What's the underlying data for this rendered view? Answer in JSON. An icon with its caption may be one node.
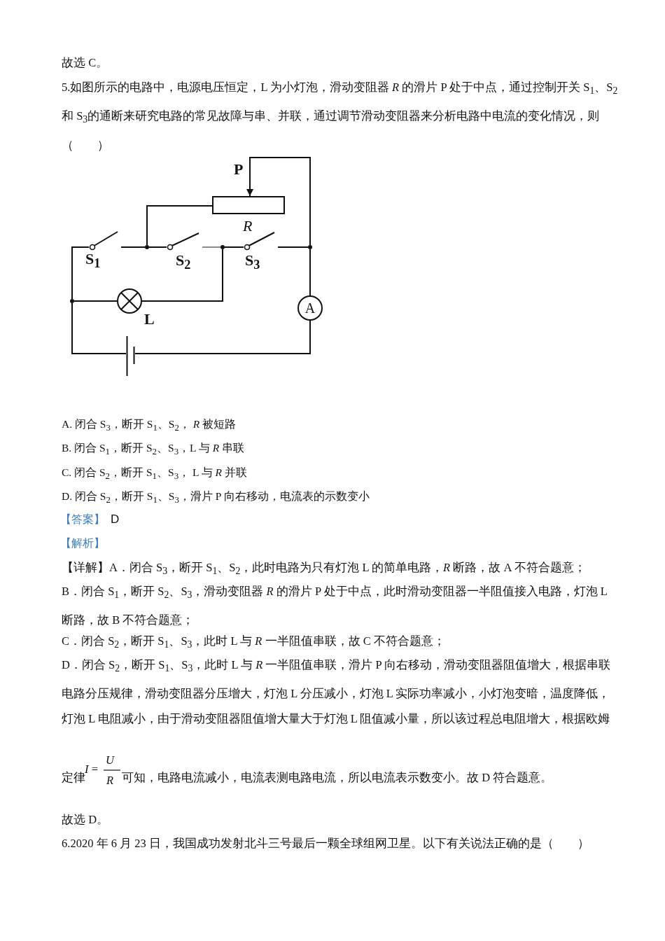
{
  "diagram": {
    "nodes": [
      {
        "text": [],
        "shape": "switch",
        "beside": [
          "S$_{1}$"
        ]
      },
      {
        "text": [],
        "shape": "switch",
        "beside": [
          "S$_{2}$"
        ]
      },
      {
        "text": [],
        "shape": "switch",
        "beside": [
          "S$_{3}$"
        ]
      },
      {
        "text": [],
        "shape": "box",
        "beside": [
          "P",
          "R"
        ]
      },
      {
        "text": [],
        "shape": "lamp",
        "beside": [
          "L"
        ]
      },
      {
        "text": [
          "A"
        ]
      },
      {
        "text": [],
        "shape": "battery"
      },
      {
        "text": [],
        "shape": "dot"
      },
      {
        "text": [],
        "shape": "dot"
      },
      {
        "text": [],
        "shape": "dot"
      },
      {
        "text": [],
        "shape": "dot"
      }
    ],
    "edges": [
      {
        "from": 7,
        "to": 0,
        "arrow": "none"
      },
      {
        "from": 0,
        "to": 8,
        "arrow": "none"
      },
      {
        "from": 8,
        "to": 1,
        "arrow": "none"
      },
      {
        "from": 8,
        "to": 3,
        "arrow": "none"
      },
      {
        "from": 1,
        "to": 9,
        "arrow": "none",
        "color": "#8a8a8a"
      },
      {
        "from": 9,
        "to": 2,
        "arrow": "none"
      },
      {
        "from": 9,
        "to": 4,
        "arrow": "none"
      },
      {
        "from": 7,
        "to": 4,
        "arrow": "none"
      },
      {
        "from": 2,
        "to": 10,
        "arrow": "none"
      },
      {
        "from": 10,
        "to": 3,
        "arrow": "to"
      },
      {
        "from": 10,
        "to": 5,
        "arrow": "none"
      },
      {
        "from": 5,
        "to": 6,
        "arrow": "none"
      },
      {
        "from": 7,
        "to": 6,
        "arrow": "none"
      }
    ],
    "labels": [
      "故选 C。",
      "5.如图所示的电路中，电源电压恒定，L 为小灯泡，滑动变阻器 *R* 的滑片 P 处于中点，通过控制开关 S$_{1}$、S$_{2}$和 S$_{3}$的通断来研究电路的常见故障与串、并联，通过调节滑动变阻器来分析电路中电流的变化情况，则（　　）",
      "A.  闭合 S$_{3}$，断开 S$_{1}$、S$_{2}$， *R* 被短路",
      "B.  闭合 S$_{1}$，断开 S$_{2}$、S$_{3}$，L 与 *R* 串联",
      "C.  闭合 S$_{2}$，断开 S$_{1}$、S$_{3}$， L 与 *R* 并联",
      "D.  闭合 S$_{2}$，断开 S$_{1}$、S$_{3}$，滑片 P 向右移动，电流表的示数变小",
      "【答案】",
      "D",
      "【解析】",
      "【详解】A．闭合 S$_{3}$，断开 S$_{1}$、S$_{2}$，此时电路为只有灯泡 L 的简单电路，*R* 断路，故 A 不符合题意；",
      "B．闭合 S$_{1}$，断开 S$_{2}$、S$_{3}$，滑动变阻器 *R* 的滑片 P 处于中点，此时滑动变阻器一半阻值接入电路，灯泡 L 断路，故 B 不符合题意；",
      "C．闭合 S$_{2}$，断开 S$_{1}$、S$_{3}$，此时 L 与 *R* 一半阻值串联，故 C 不符合题意；",
      "D．闭合 S$_{2}$，断开 S$_{1}$、S$_{3}$，此时 L 与 *R* 一半阻值串联，滑片 P 向右移动，滑动变阻器阻值增大，根据串联电路分压规律，滑动变阻器分压增大，灯泡 L 分压减小，灯泡 L 实际功率减小，小灯泡变暗，温度降低，灯泡 L 电阻减小，由于滑动变阻器阻值增大量大于灯泡 L 阻值减小量，所以该过程总电阻增大，根据欧姆",
      "定律",
      "*I* =",
      "U",
      "R",
      "可知，电路电流减小，电流表测电路电流，所以电流表示数变小。故 D 符合题意。",
      "故选 D。",
      "6.2020 年 6 月 23 日，我国成功发射北斗三号最后一颗全球组网卫星。以下有关说法正确的是（　　）"
    ]
  }
}
